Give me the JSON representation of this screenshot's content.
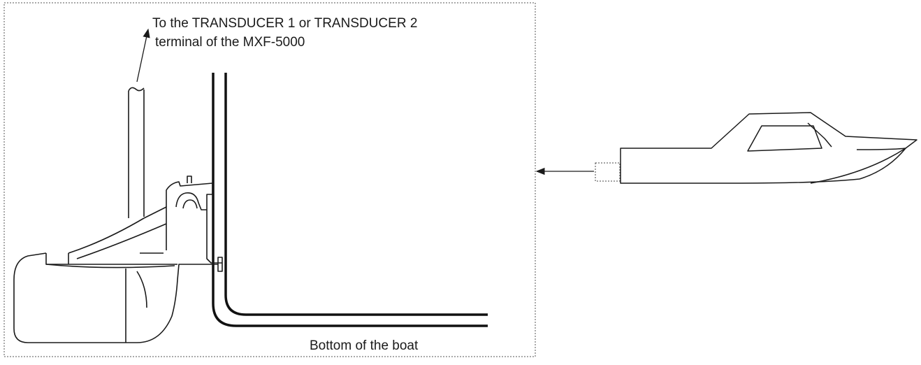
{
  "diagram": {
    "cable_label_line1": "To the TRANSDUCER 1 or TRANSDUCER 2",
    "cable_label_line2": "terminal of the MXF-5000",
    "bottom_label": "Bottom of the boat"
  }
}
